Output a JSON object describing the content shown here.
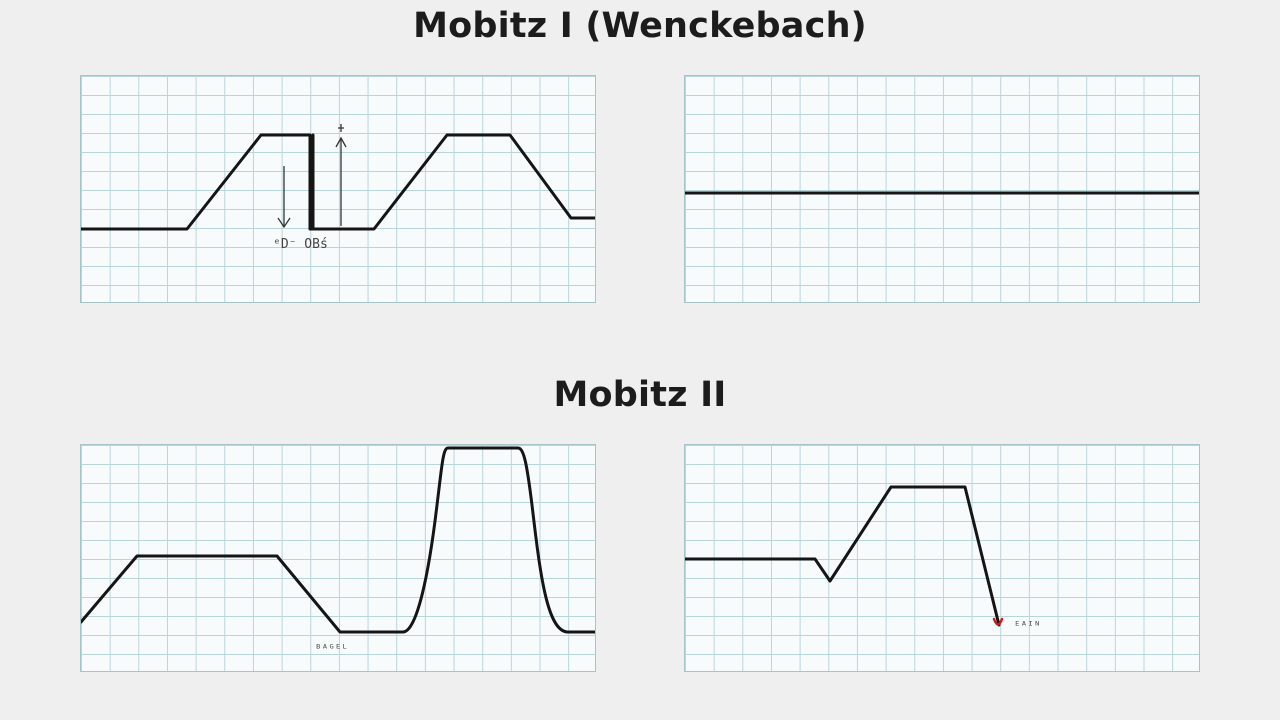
{
  "titles": {
    "top": "Mobitz I (Wenckebach)",
    "bottom": "Mobitz II"
  },
  "panels": [
    {
      "id": "panel-1",
      "annotation": "ᵉD⁻ OBś"
    },
    {
      "id": "panel-2"
    },
    {
      "id": "panel-3",
      "annotation": "ᴮᴬᴳᴱᴸ"
    },
    {
      "id": "panel-4",
      "annotation": "ᴱᴬᴵᴺ"
    }
  ],
  "colors": {
    "background": "#efefef",
    "grid_line": "#b9d5dc",
    "trace": "#151515",
    "marker": "#c81e1e"
  }
}
